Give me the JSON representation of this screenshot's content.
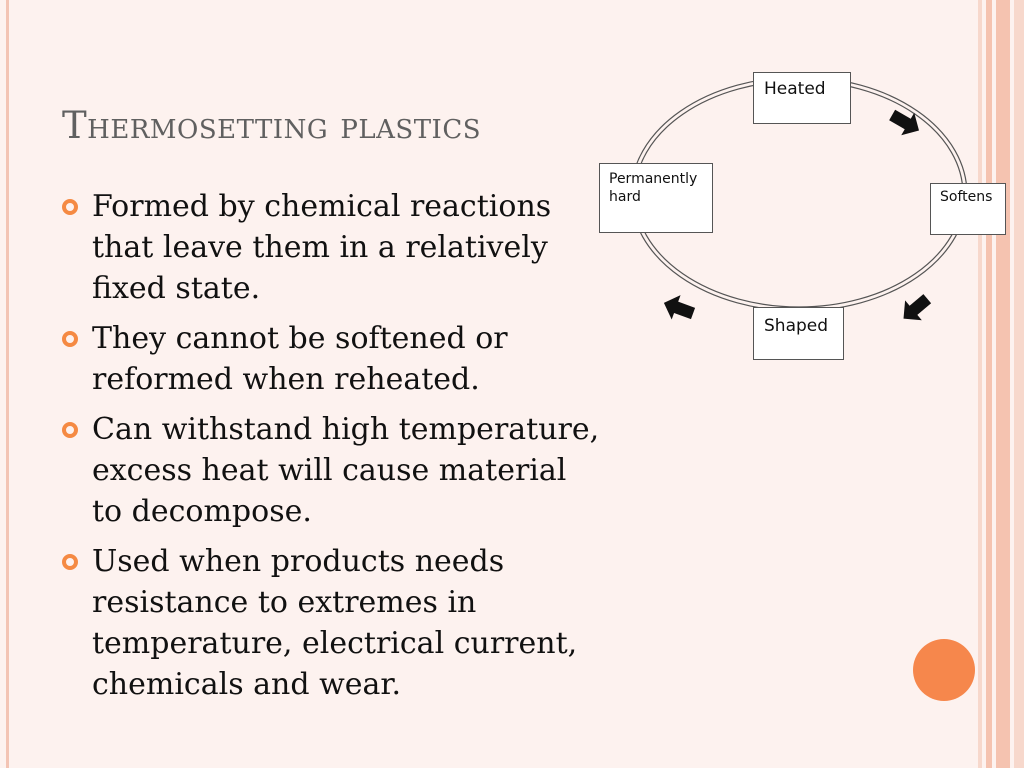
{
  "slide": {
    "title": "Thermosetting plastics",
    "bullets": [
      "Formed by chemical reactions that leave them in a relatively fixed state.",
      "They cannot be softened or reformed when reheated.",
      "Can withstand high temperature, excess heat will cause material to decompose.",
      "Used when products needs resistance to extremes in temperature, electrical current, chemicals and wear."
    ]
  },
  "diagram": {
    "nodes": {
      "heated": "Heated",
      "softens": "Softens",
      "shaped": "Shaped",
      "permanently_hard": "Permanently hard"
    }
  },
  "colors": {
    "accent": "#f58a43",
    "title": "#606060",
    "background": "#fdf2ef",
    "frame": "#f5c3b0"
  }
}
